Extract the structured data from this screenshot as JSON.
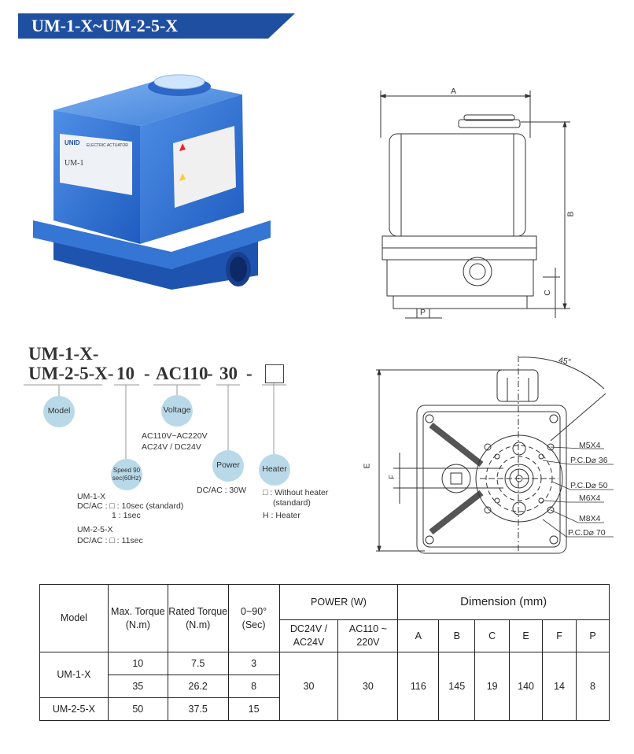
{
  "banner": {
    "title": "UM-1-X~UM-2-5-X",
    "color": "#1f4fa0"
  },
  "product_photo": {
    "label_brand": "UNID",
    "label_text": "ELECTRIC ACTUATOR",
    "model_plate": "UM-1"
  },
  "side_view": {
    "dims": {
      "a": "A",
      "b": "B",
      "c": "C",
      "p": "P"
    }
  },
  "bottom_view": {
    "angle": "45°",
    "dims": {
      "e": "E",
      "f": "F"
    },
    "callouts": [
      "M5X4",
      "P.C.D⌀ 36",
      "P.C.D⌀ 50",
      "M6X4",
      "M8X4",
      "P.C.D⌀ 70"
    ]
  },
  "ordering_code": {
    "line1": "UM-1-X-",
    "line2": "UM-2-5-X-",
    "speed": "10",
    "sep1": "-",
    "voltage": "AC110",
    "sep2": "-",
    "power": "30",
    "sep3": "-",
    "bubbles": {
      "model": "Model",
      "voltage": "Voltage",
      "speed": "Speed 90 sec(60Hz)",
      "power": "Power",
      "heater": "Heater"
    },
    "voltage_notes": [
      "AC110V~AC220V",
      "AC24V / DC24V"
    ],
    "speed_notes": [
      "UM-1-X",
      "DC/AC : □ : 10sec (standard)",
      "1 : 1sec",
      "UM-2-5-X",
      "DC/AC : □ : 11sec"
    ],
    "power_notes": [
      "DC/AC : 30W"
    ],
    "heater_notes": [
      "□ : Without heater",
      "(standard)",
      "H : Heater"
    ]
  },
  "table": {
    "headers": {
      "model": "Model",
      "max_torque": "Max. Torque (N.m)",
      "rated_torque": "Rated Torque (N.m)",
      "speed": "0~90° (Sec)",
      "power": "POWER (W)",
      "power_dc": "DC24V / AC24V",
      "power_ac": "AC110 ~ 220V",
      "dimension": "Dimension (mm)",
      "dims": [
        "A",
        "B",
        "C",
        "E",
        "F",
        "P"
      ]
    },
    "rows": [
      {
        "model": "UM-1-X",
        "max_torque": "10",
        "rated_torque": "7.5",
        "speed": "3"
      },
      {
        "max_torque": "35",
        "rated_torque": "26.2",
        "speed": "8"
      },
      {
        "model": "UM-2-5-X",
        "max_torque": "50",
        "rated_torque": "37.5",
        "speed": "15"
      }
    ],
    "power_dc": "30",
    "power_ac": "30",
    "dim_values": [
      "116",
      "145",
      "19",
      "140",
      "14",
      "8"
    ]
  }
}
